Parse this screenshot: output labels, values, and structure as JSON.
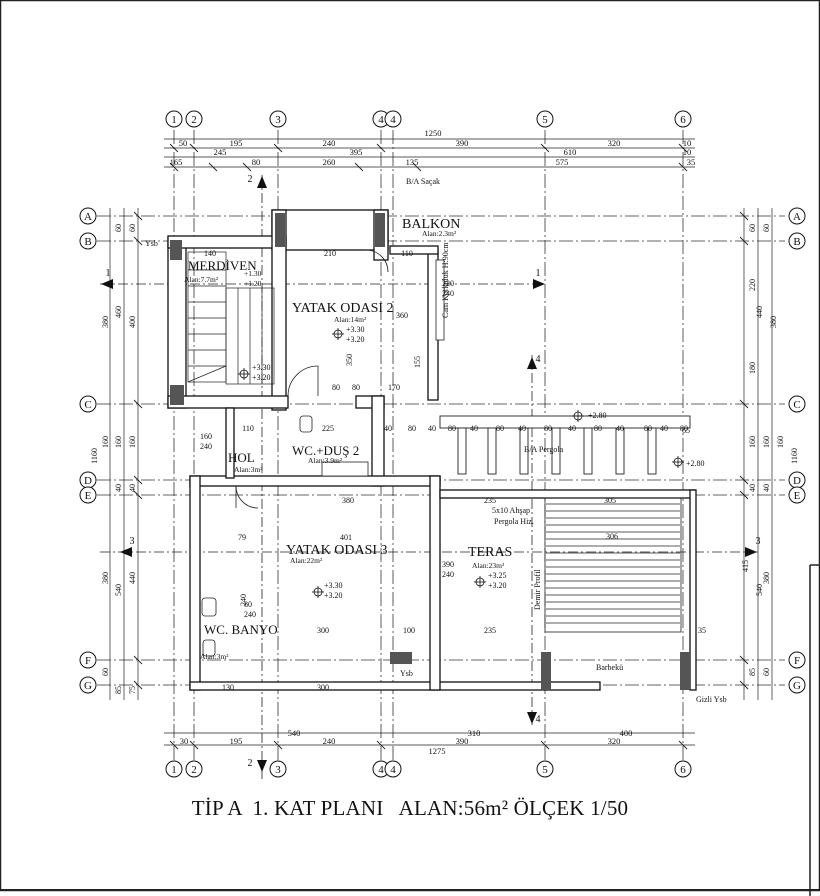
{
  "grid": {
    "cols": [
      "1",
      "2",
      "3",
      "4",
      "4",
      "5",
      "6"
    ],
    "rows": [
      "A",
      "B",
      "C",
      "D",
      "E",
      "F",
      "G"
    ]
  },
  "dims_top": {
    "r1": [
      "50",
      "195",
      "240",
      "390",
      "320",
      "10"
    ],
    "r1_total": "1250",
    "r2": [
      "245",
      "395",
      "610",
      "10"
    ],
    "r3": [
      "165",
      "80",
      "260",
      "135",
      "575",
      "35"
    ]
  },
  "dims_bottom": {
    "r1": [
      "30",
      "195",
      "540",
      "240",
      "310",
      "400",
      "390",
      "320"
    ],
    "r1_total": "1275"
  },
  "dims_left": [
    "60",
    "60",
    "380",
    "400",
    "460",
    "160",
    "160",
    "160",
    "1160",
    "40",
    "40",
    "380",
    "440",
    "540",
    "60",
    "75",
    "85"
  ],
  "dims_right": [
    "60",
    "60",
    "220",
    "440",
    "180",
    "380",
    "160",
    "160",
    "160",
    "1160",
    "40",
    "40",
    "415",
    "540",
    "380",
    "85",
    "60"
  ],
  "rooms": {
    "merdiven": {
      "name": "MERDİVEN",
      "area": "Alan:7.7m²",
      "lv1": "+1.30",
      "lv2": "+1.20"
    },
    "yatak2": {
      "name": "YATAK ODASI 2",
      "area": "Alan:14m²",
      "lv1": "+3.30",
      "lv2": "+3.20"
    },
    "balkon": {
      "name": "BALKON",
      "area": "Alan:2.3m²"
    },
    "wc_dus2": {
      "name": "WC.+DUŞ 2",
      "area": "Alan:3.9m²"
    },
    "hol": {
      "name": "HOL",
      "area": "Alan:3m²"
    },
    "yatak3": {
      "name": "YATAK ODASI 3",
      "area": "Alan:22m²",
      "lv1": "+3.30",
      "lv2": "+3.20"
    },
    "teras": {
      "name": "TERAS",
      "area": "Alan:23m²",
      "lv1": "+3.25",
      "lv2": "+3.20"
    },
    "wc_banyo": {
      "name": "WC. BANYO",
      "area": "Alan:3m²"
    }
  },
  "labels": {
    "ba_sacak": "B/A Saçak",
    "ba_pergola": "B/A Pergola",
    "ahsap_pergola1": "5x10 Ahşap",
    "ahsap_pergola2": "Pergola Hiz.",
    "cam_korkuluk": "Cam Korkuluk H:90cm",
    "demir_profil": "Demir Profil",
    "barbeku": "Barbekü",
    "gizli_ysb": "Gizli Ysb",
    "ysb1": "Ysb",
    "ysb2": "Ysb",
    "lvl_top": "+2.80",
    "lvl_right": "+2.80",
    "lvl_stair1": "+3.30",
    "lvl_stair2": "+3.20",
    "door_a": "160",
    "door_b": "240",
    "win_a": "390",
    "win_b": "240",
    "bath_a": "80",
    "bath_b": "240",
    "balk_a": "220",
    "balk_b": "240",
    "pergola_w": "305",
    "pergola_w2": "306"
  },
  "inner": {
    "m140": "140",
    "m210": "210",
    "m110": "110",
    "m360": "360",
    "m350": "350",
    "m155": "155",
    "m170": "170",
    "m80a": "80",
    "m80b": "80",
    "m110b": "110",
    "m225": "225",
    "m380": "380",
    "m235a": "235",
    "m79": "79",
    "m401": "401",
    "m300a": "300",
    "m100": "100",
    "m235b": "235",
    "m300b": "300",
    "m130": "130",
    "m240": "240",
    "m65": "65",
    "m35": "35"
  },
  "pergola_dims": [
    "40",
    "80",
    "40",
    "80",
    "40",
    "80",
    "40",
    "80",
    "40",
    "80",
    "40",
    "80",
    "40",
    "80"
  ],
  "sections": [
    "1",
    "1",
    "2",
    "2",
    "3",
    "3",
    "4",
    "4"
  ],
  "title": {
    "a": "TİP A  1. KAT PLANI",
    "b": "ALAN:56m² ÖLÇEK 1/50"
  }
}
